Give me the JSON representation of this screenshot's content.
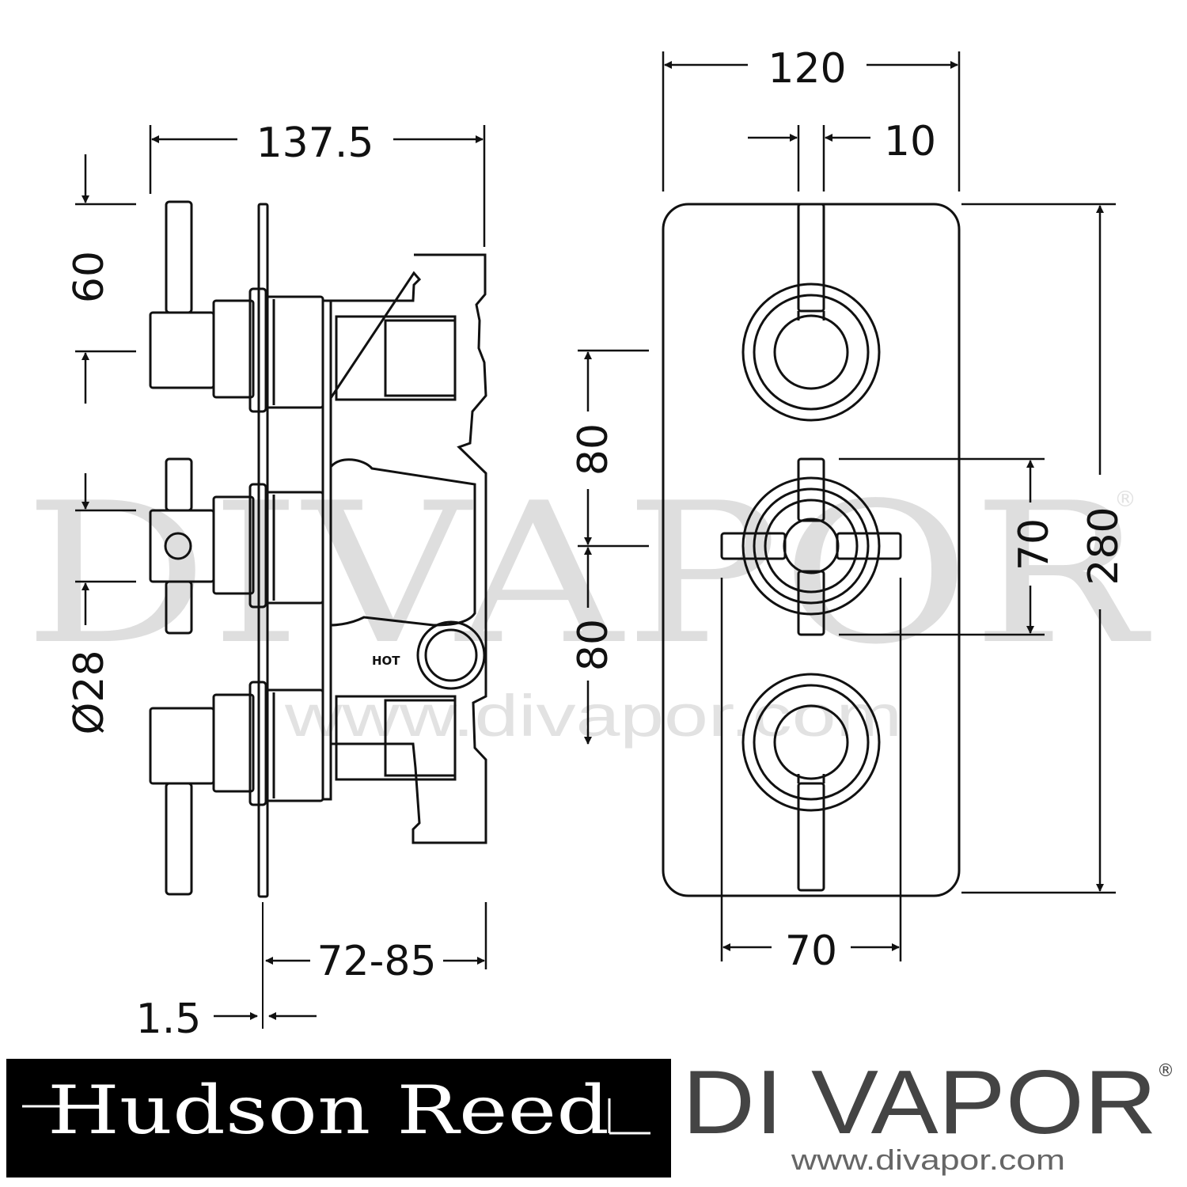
{
  "watermark": {
    "brand": "DIVAPOR",
    "registered": "®",
    "url": "www.divapor.com"
  },
  "side_view": {
    "dim_overall_depth": "137.5",
    "dim_lever_length": "60",
    "dim_handle_diameter": "Ø28",
    "dim_wall_range": "72-85",
    "dim_plate_thickness": "1.5",
    "inlet_label": "HOT"
  },
  "front_view": {
    "dim_plate_width": "120",
    "dim_lever_width": "10",
    "dim_spacing_top": "80",
    "dim_spacing_bottom": "80",
    "dim_cross_height": "70",
    "dim_plate_height": "280",
    "dim_cross_width": "70"
  },
  "footer": {
    "left_brand": "Hudson Reed",
    "right_brand": "DI VAPOR",
    "right_registered": "®",
    "right_url": "www.divapor.com"
  }
}
